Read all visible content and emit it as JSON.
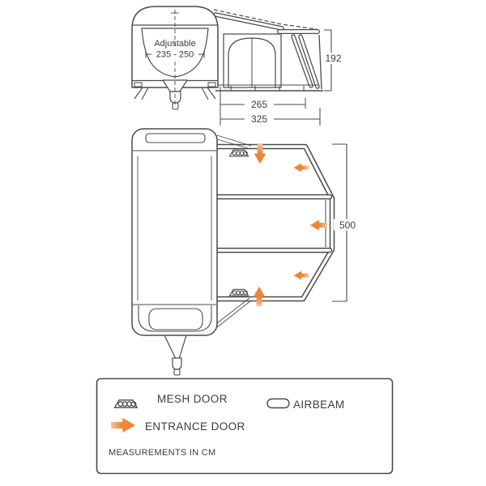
{
  "document_type": "awning-dimension-diagram",
  "measurements": {
    "adjustable_label": "Adjustable",
    "adjustable_range": "235 - 250",
    "awning_height": "192",
    "awning_depth_inner": "265",
    "awning_depth_total": "325",
    "awning_width": "500"
  },
  "legend": {
    "mesh_door": "MESH DOOR",
    "airbeam": "AIRBEAM",
    "entrance_door": "ENTRANCE DOOR",
    "note": "MEASUREMENTS IN CM"
  },
  "colors": {
    "line": "#4a4a4a",
    "text": "#3c3c3c",
    "arrow_orange": "#ee8538",
    "arrow_orange_light": "#f7c59e",
    "background": "#ffffff"
  }
}
